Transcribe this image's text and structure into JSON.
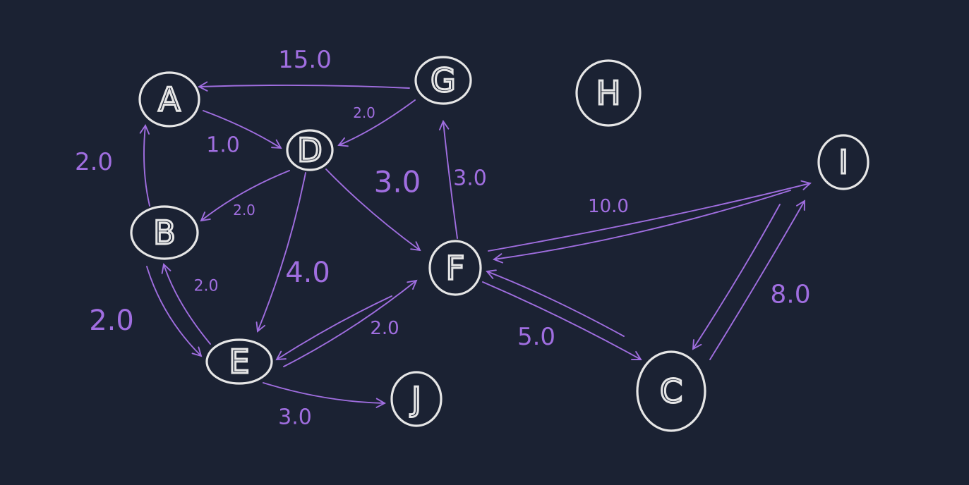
{
  "colors": {
    "background": "#1b2233",
    "node": "#e6e6e6",
    "edge": "#a06ee0"
  },
  "nodes": [
    {
      "id": "A",
      "label": "A"
    },
    {
      "id": "B",
      "label": "B"
    },
    {
      "id": "C",
      "label": "C"
    },
    {
      "id": "D",
      "label": "D"
    },
    {
      "id": "E",
      "label": "E"
    },
    {
      "id": "F",
      "label": "F"
    },
    {
      "id": "G",
      "label": "G"
    },
    {
      "id": "H",
      "label": "H"
    },
    {
      "id": "I",
      "label": "I"
    },
    {
      "id": "J",
      "label": "J"
    }
  ],
  "edges": [
    {
      "from": "G",
      "to": "A",
      "weight": "15.0"
    },
    {
      "from": "G",
      "to": "D",
      "weight": "2.0"
    },
    {
      "from": "A",
      "to": "D",
      "weight": "1.0"
    },
    {
      "from": "B",
      "to": "A",
      "weight": "2.0"
    },
    {
      "from": "D",
      "to": "B",
      "weight": "2.0"
    },
    {
      "from": "D",
      "to": "F",
      "weight": "3.0"
    },
    {
      "from": "D",
      "to": "E",
      "weight": "4.0"
    },
    {
      "from": "F",
      "to": "G",
      "weight": "3.0"
    },
    {
      "from": "F",
      "to": "I",
      "weight": "10.0"
    },
    {
      "from": "I",
      "to": "F",
      "weight": ""
    },
    {
      "from": "B",
      "to": "E",
      "weight": "2.0"
    },
    {
      "from": "E",
      "to": "B",
      "weight": "2.0"
    },
    {
      "from": "E",
      "to": "F",
      "weight": "2.0"
    },
    {
      "from": "F",
      "to": "E",
      "weight": ""
    },
    {
      "from": "E",
      "to": "J",
      "weight": "3.0"
    },
    {
      "from": "F",
      "to": "C",
      "weight": "5.0"
    },
    {
      "from": "C",
      "to": "F",
      "weight": ""
    },
    {
      "from": "I",
      "to": "C",
      "weight": "8.0"
    },
    {
      "from": "C",
      "to": "I",
      "weight": ""
    }
  ]
}
